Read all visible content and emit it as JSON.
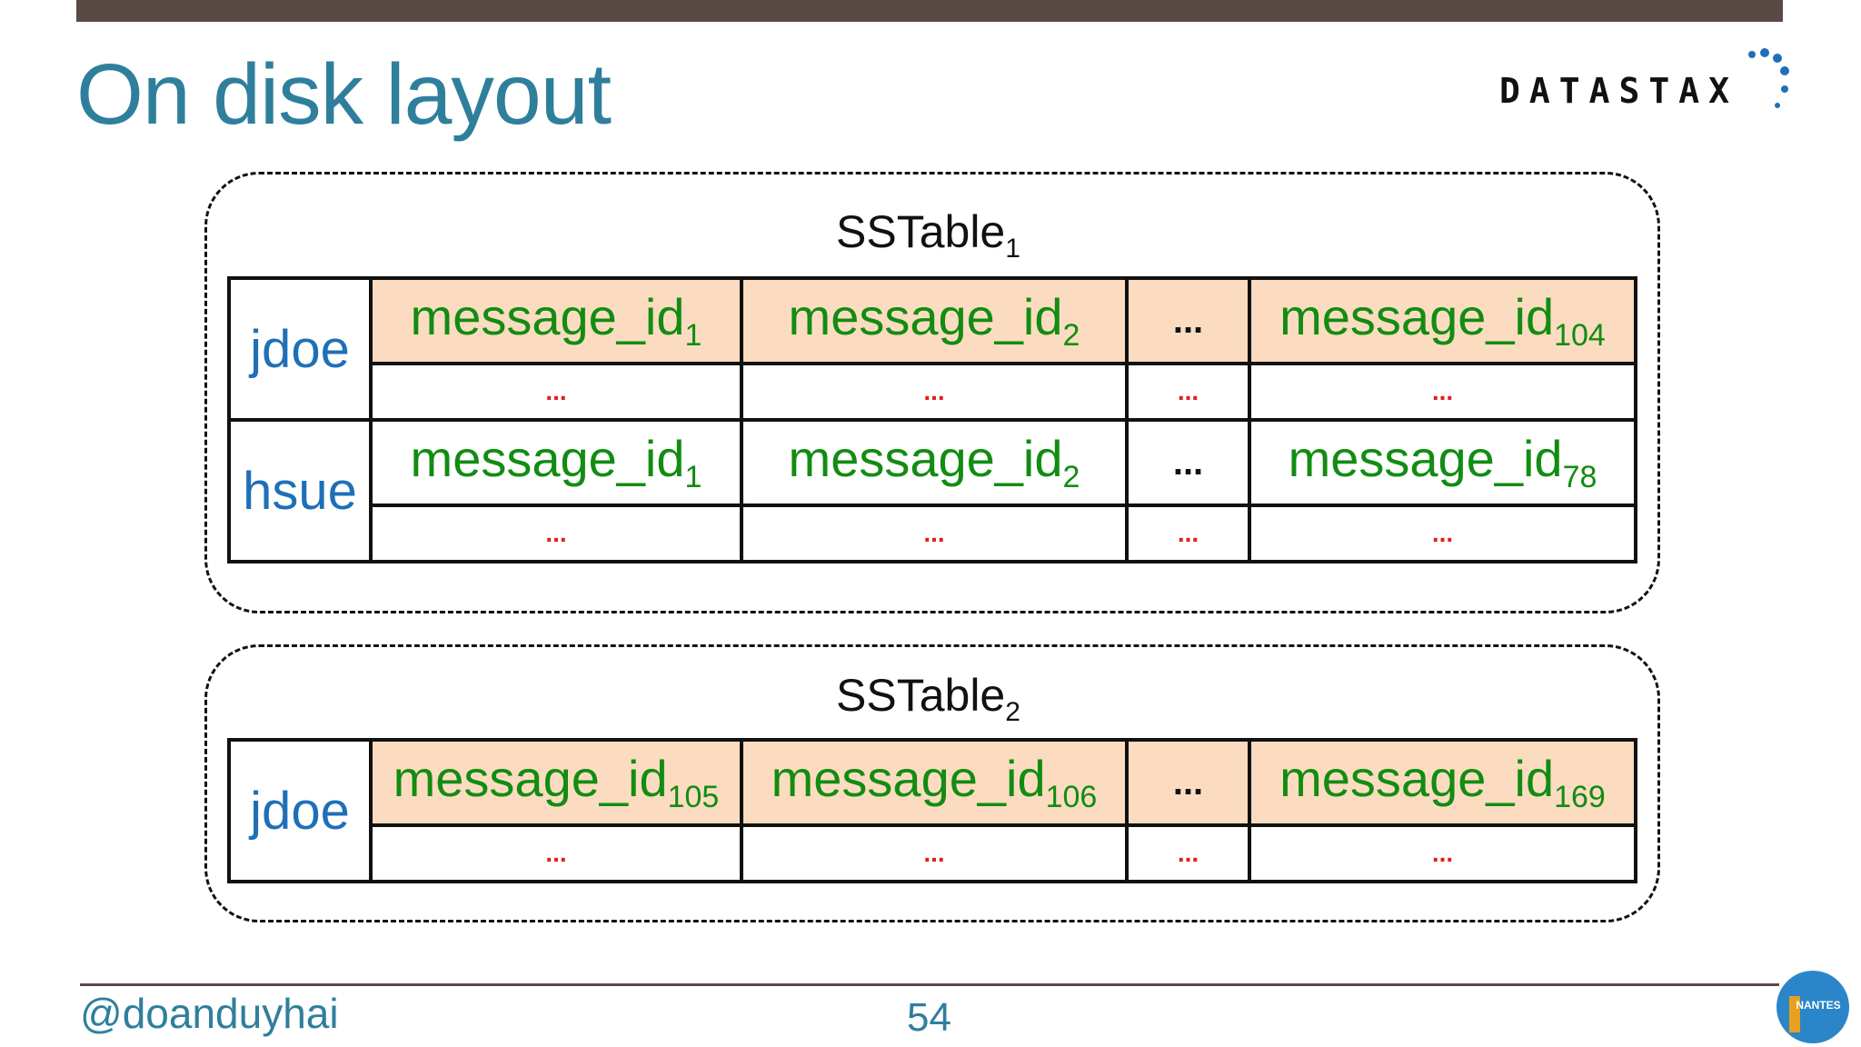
{
  "slide": {
    "title": "On disk layout",
    "logo_text": "DATASTAX",
    "footer_handle": "@doanduyhai",
    "page_number": "54",
    "badge_text": "NANTES"
  },
  "sstable1": {
    "label": "SSTable",
    "label_sub": "1",
    "rows": [
      {
        "key": "jdoe",
        "cols": [
          {
            "name": "message_id",
            "sub": "1",
            "val": "..."
          },
          {
            "name": "message_id",
            "sub": "2",
            "val": "..."
          },
          {
            "name": "...",
            "sub": "",
            "val": "..."
          },
          {
            "name": "message_id",
            "sub": "104",
            "val": "..."
          }
        ]
      },
      {
        "key": "hsue",
        "cols": [
          {
            "name": "message_id",
            "sub": "1",
            "val": "..."
          },
          {
            "name": "message_id",
            "sub": "2",
            "val": "..."
          },
          {
            "name": "...",
            "sub": "",
            "val": "..."
          },
          {
            "name": "message_id",
            "sub": "78",
            "val": "..."
          }
        ]
      }
    ]
  },
  "sstable2": {
    "label": "SSTable",
    "label_sub": "2",
    "rows": [
      {
        "key": "jdoe",
        "cols": [
          {
            "name": "message_id",
            "sub": "105",
            "val": "..."
          },
          {
            "name": "message_id",
            "sub": "106",
            "val": "..."
          },
          {
            "name": "...",
            "sub": "",
            "val": "..."
          },
          {
            "name": "message_id",
            "sub": "169",
            "val": "..."
          }
        ]
      }
    ]
  },
  "colors": {
    "title": "#2f7f9c",
    "key_text": "#1f6fb8",
    "column_name": "#128c12",
    "column_bg": "#fbdcc0",
    "value_dots": "#e02020"
  }
}
